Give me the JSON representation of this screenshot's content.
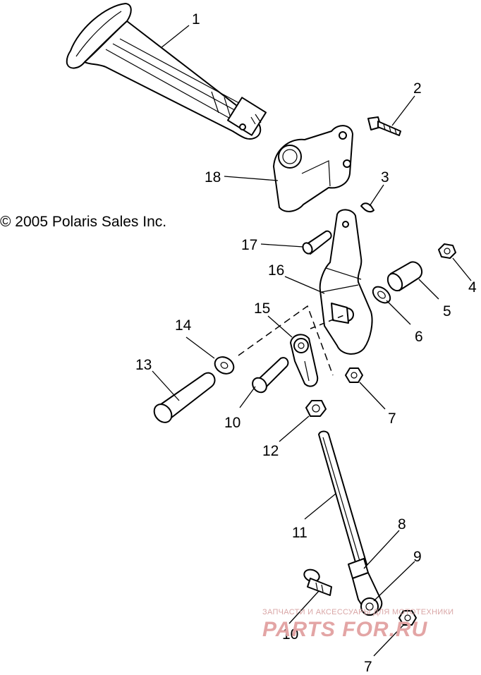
{
  "copyright": "© 2005 Polaris Sales Inc.",
  "watermark": {
    "line1": "ЗАПЧАСТИ И АКСЕССУАРЫ ДЛЯ МОТОТЕХНИКИ",
    "line2": "PARTS FOR.RU"
  },
  "callouts": [
    "1",
    "2",
    "3",
    "4",
    "5",
    "6",
    "7",
    "8",
    "9",
    "10",
    "11",
    "12",
    "13",
    "14",
    "15",
    "16",
    "17",
    "18",
    "10",
    "7"
  ],
  "colors": {
    "line": "#000000",
    "background": "#ffffff",
    "watermark": "#e3a5a5"
  }
}
